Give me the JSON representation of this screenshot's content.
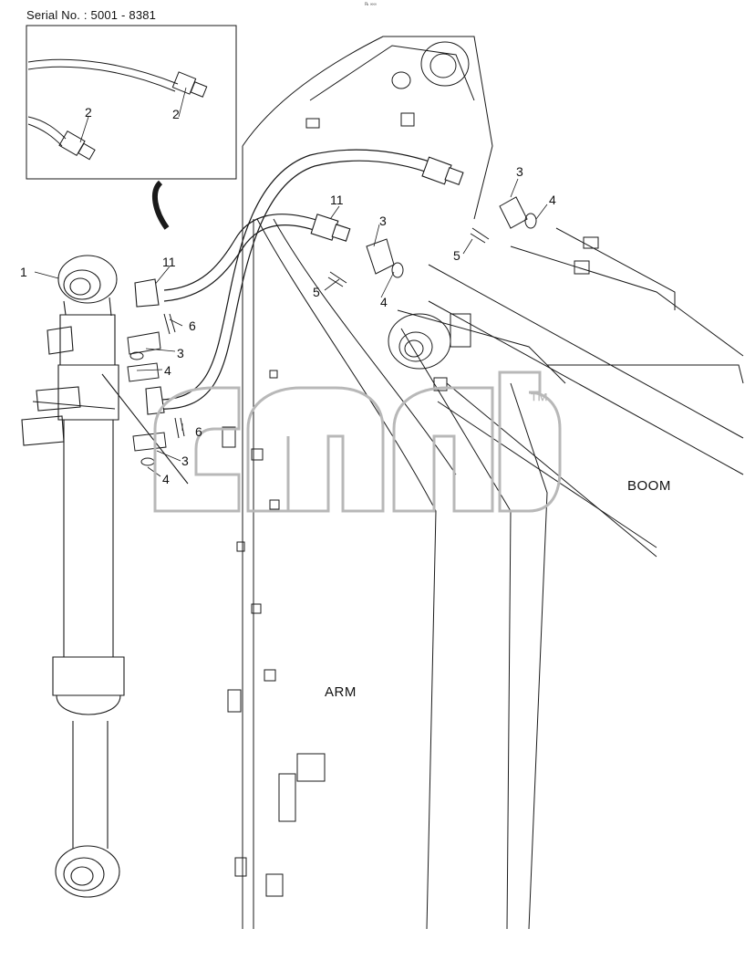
{
  "header": {
    "serial": "Serial No. : 5001 - 8381",
    "corner_mark": "℞ ∞∞"
  },
  "watermark": {
    "text": "mab",
    "tm": "™"
  },
  "labels": {
    "boom": "BOOM",
    "arm": "ARM"
  },
  "callouts": {
    "c1": "1",
    "c2a": "2",
    "c2b": "2",
    "c3a": "3",
    "c3b": "3",
    "c3c": "3",
    "c3d": "3",
    "c4a": "4",
    "c4b": "4",
    "c4c": "4",
    "c4d": "4",
    "c5a": "5",
    "c5b": "5",
    "c6a": "6",
    "c6b": "6",
    "c11a": "11",
    "c11b": "11"
  },
  "colors": {
    "line": "#1a1a1a",
    "watermark": "#b8b8b8",
    "background": "#ffffff"
  }
}
